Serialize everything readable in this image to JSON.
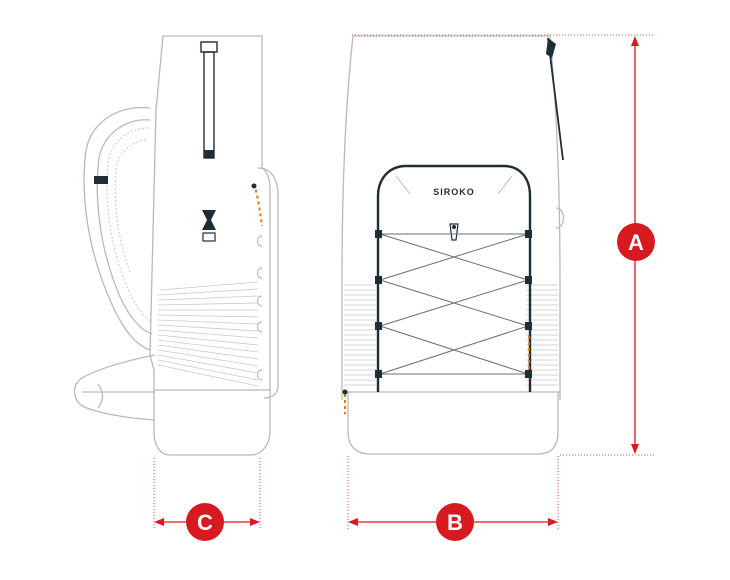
{
  "brand_label": "SIROKO",
  "dimension_labels": {
    "height": "A",
    "width": "B",
    "depth": "C"
  },
  "colors": {
    "dimension_red": "#d71920",
    "outline": "#b9b9b9",
    "frame": "#1f2d35",
    "accent_orange": "#e07a1f"
  }
}
